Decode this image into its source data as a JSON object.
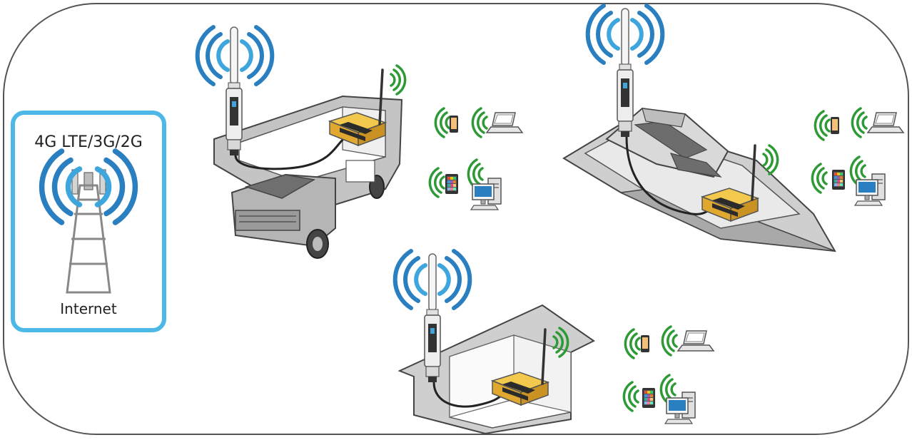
{
  "tower_panel": {
    "title": "4G LTE/3G/2G",
    "caption": "Internet"
  },
  "colors": {
    "cellular_wave": "#2a7fc0",
    "cellular_wave_light": "#3ea6dd",
    "wifi_wave": "#2e9a36",
    "panel_border": "#4cb8e8",
    "frame_border": "#555555",
    "router_body": "#e9b93a",
    "router_band": "#2b2b2b",
    "vehicle_gray": "#b9b9b9"
  },
  "scenes": [
    {
      "name": "rv",
      "icon": "rv-camper-icon"
    },
    {
      "name": "boat",
      "icon": "yacht-icon"
    },
    {
      "name": "house",
      "icon": "house-icon"
    }
  ],
  "client_devices": [
    "smartphone-icon",
    "laptop-icon",
    "tablet-icon",
    "desktop-computer-icon"
  ]
}
